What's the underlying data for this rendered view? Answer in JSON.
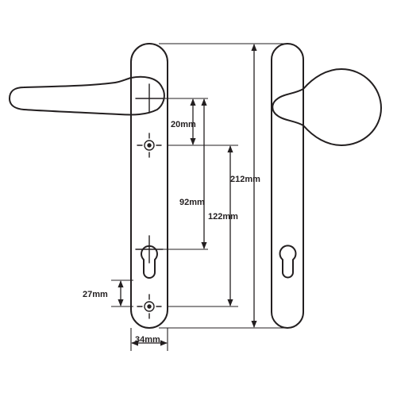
{
  "diagram": {
    "stroke_color": "#231f20",
    "background_color": "#ffffff",
    "dimensions": {
      "handle_top_to_screw": "20mm",
      "screw_to_cylinder": "92mm",
      "screw_to_screw": "122mm",
      "plate_height": "212mm",
      "cylinder_to_bottom_screw": "27mm",
      "plate_width": "34mm"
    }
  }
}
